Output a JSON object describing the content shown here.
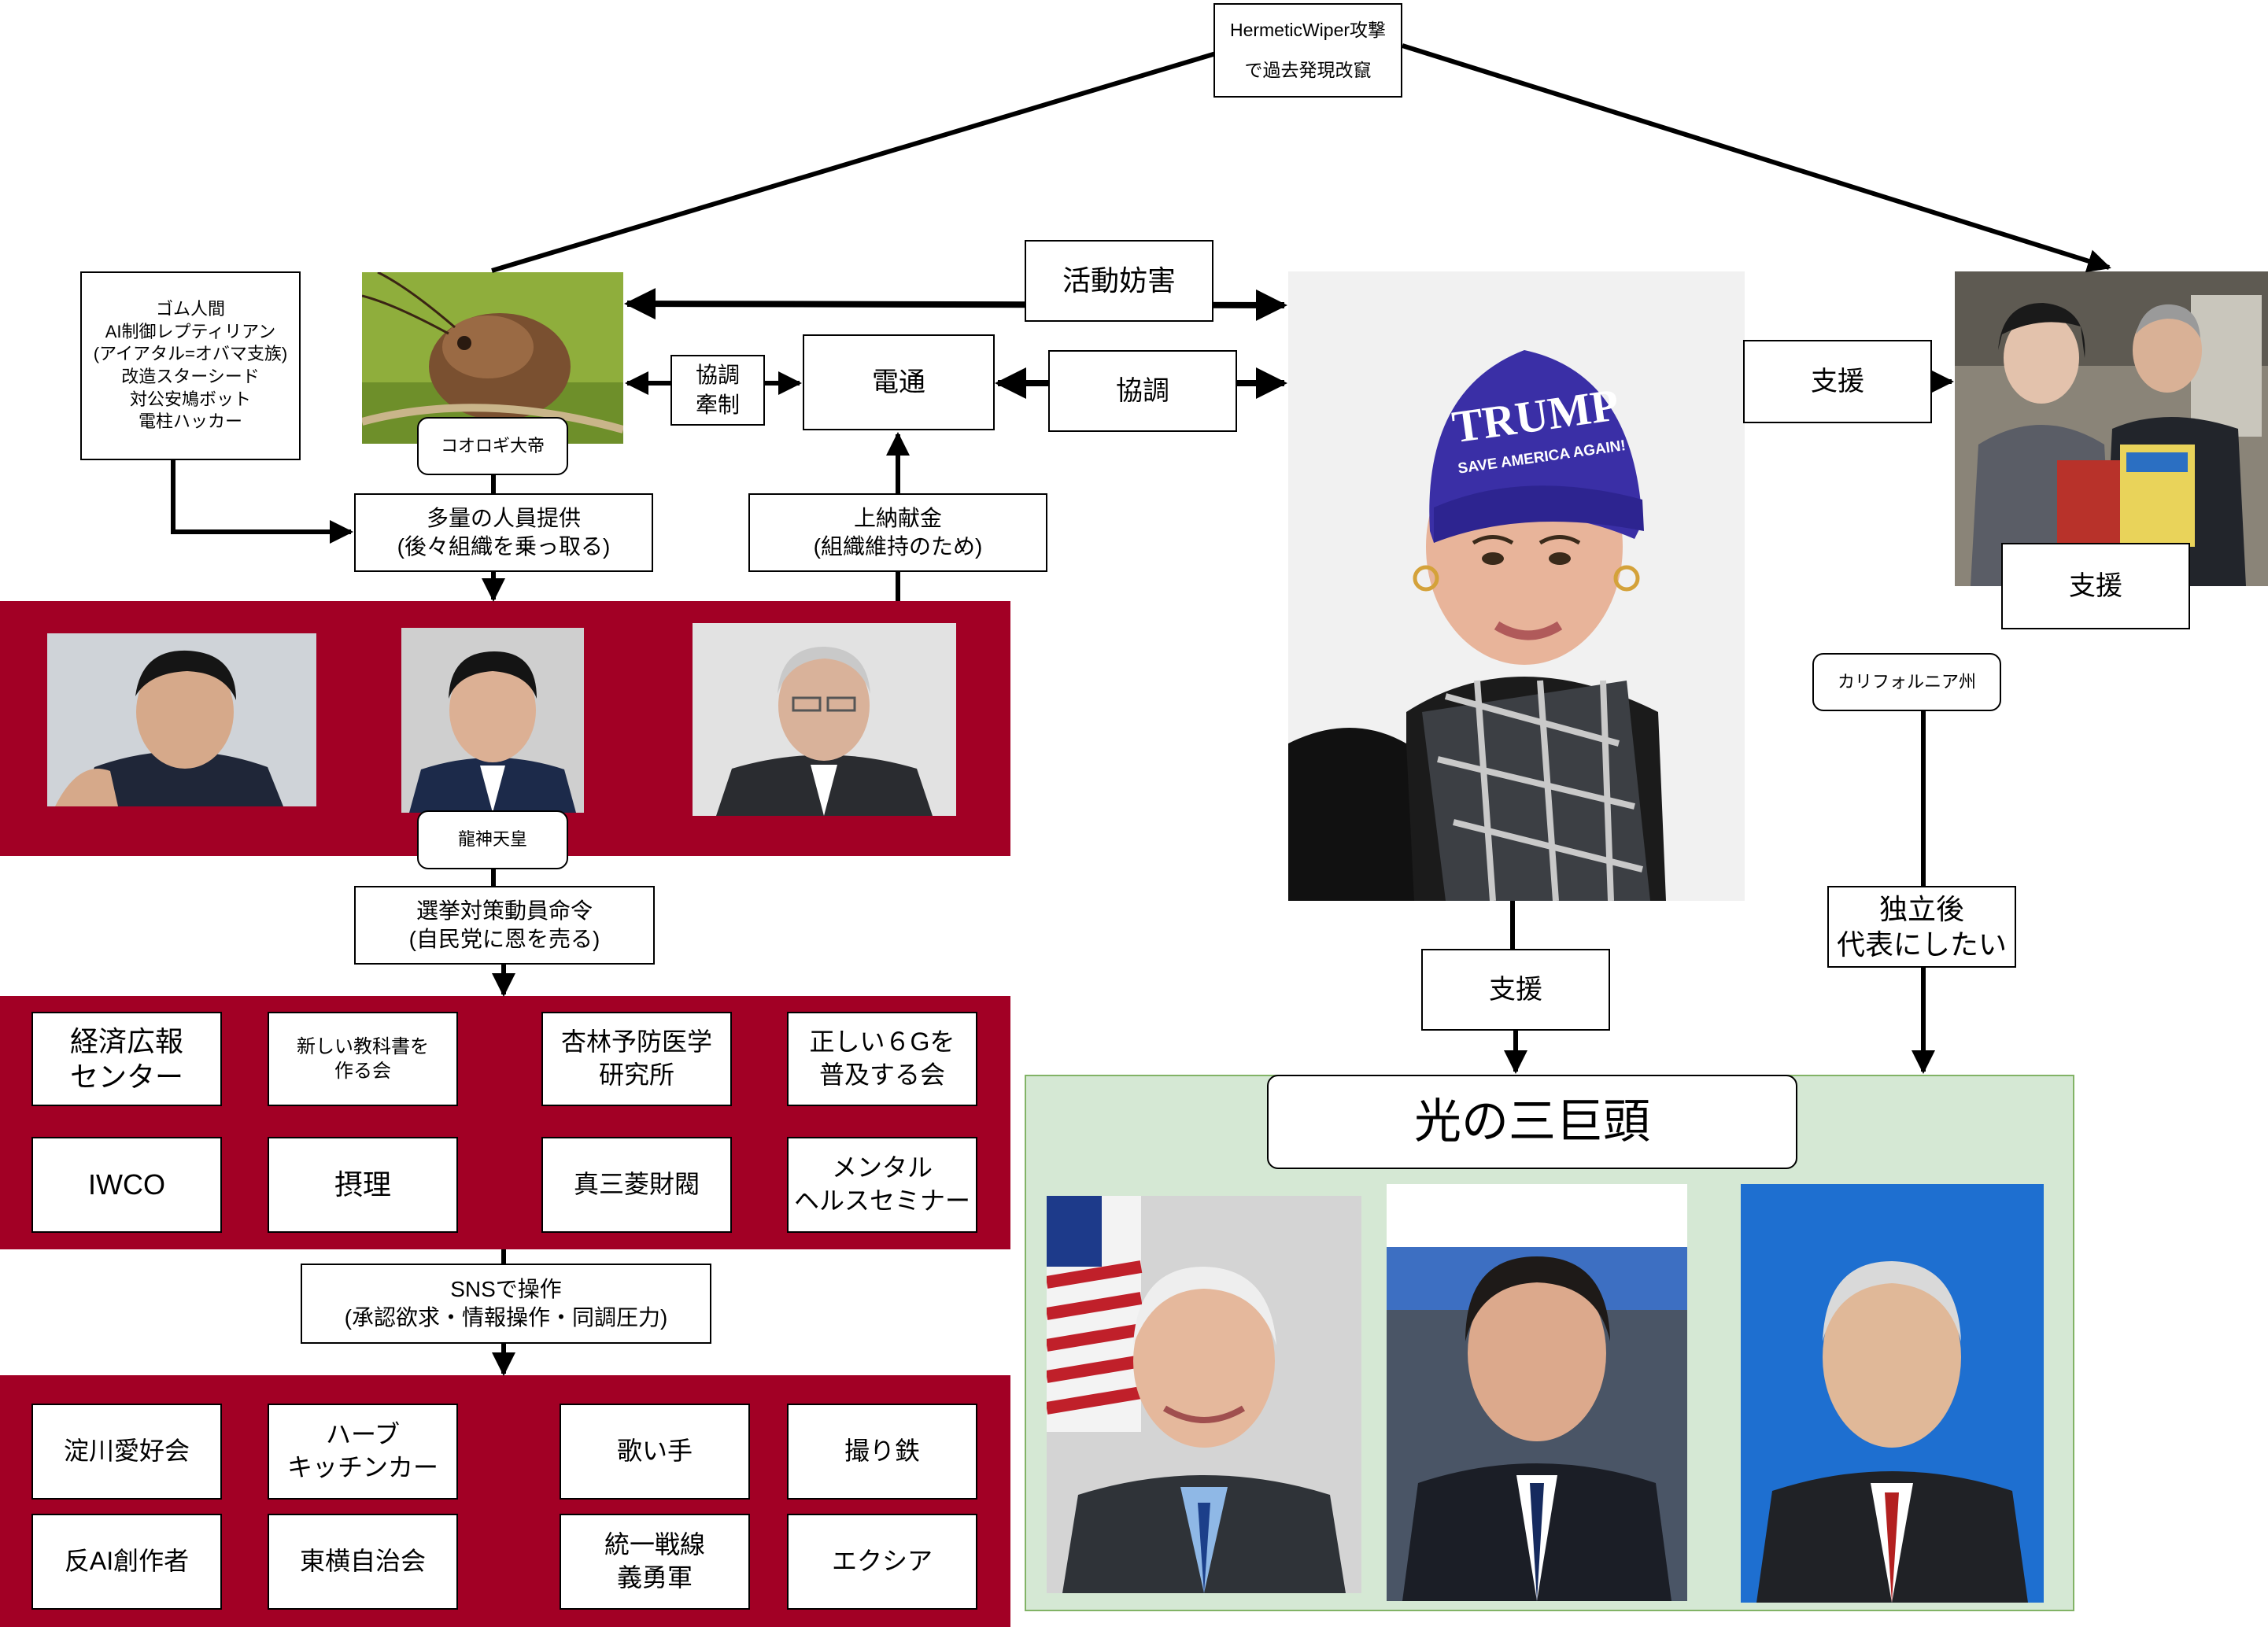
{
  "top_attack": "HermeticWiper攻撃\nで過去発現改竄",
  "origin_list": "ゴム人間\nAI制御レプティリアン\n(アイアタル=オバマ支族)\n改造スターシード\n対公安鳩ボット\n電柱ハッカー",
  "cricket_label": "コオロギ大帝",
  "edges": {
    "interference": "活動妨害",
    "coordination_restraint": "協調\n牽制",
    "coordination": "協調",
    "support_right": "支援",
    "support_photo": "支援",
    "support_down": "支援",
    "staff_provision": "多量の人員提供\n(後々組織を乗っ取る)",
    "tribute": "上納献金\n(組織維持のため)",
    "election": "選挙対策動員命令\n(自民党に恩を売る)",
    "sns": "SNSで操作\n(承認欲求・情報操作・同調圧力)",
    "independence": "独立後\n代表にしたい"
  },
  "dentsu": "電通",
  "dragon_label": "龍神天皇",
  "california": "カリフォルニア州",
  "orgs_group1": [
    "経済広報\nセンター",
    "新しい教科書を\n作る会",
    "杏林予防医学\n研究所",
    "正しい６Gを\n普及する会",
    "IWCO",
    "摂理",
    "真三菱財閥",
    "メンタル\nヘルスセミナー"
  ],
  "orgs_group2": [
    "淀川愛好会",
    "ハーブ\nキッチンカー",
    "歌い手",
    "撮り鉄",
    "反AI創作者",
    "東横自治会",
    "統一戦線\n義勇軍",
    "エクシア"
  ],
  "trio_title": "光の三巨頭",
  "beanie_text": [
    "TRUMP",
    "SAVE AMERICA AGAIN!"
  ],
  "colors": {
    "band": "#a20025",
    "green_fill": "#d5e8d4",
    "green_border": "#82b366"
  }
}
